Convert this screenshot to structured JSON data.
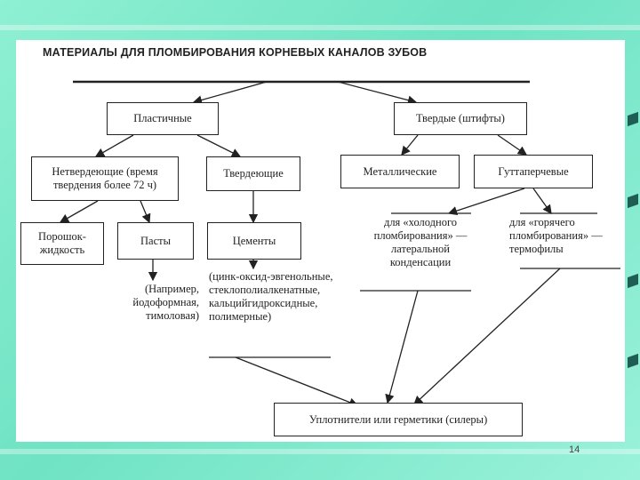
{
  "title": "МАТЕРИАЛЫ ДЛЯ ПЛОМБИРОВАНИЯ КОРНЕВЫХ КАНАЛОВ ЗУБОВ",
  "nodes": {
    "plastic": "Пластичные",
    "solid": "Твердые (штифты)",
    "nonhardening": "Нетвердеющие (время твердения более 72 ч)",
    "hardening": "Твердеющие",
    "metallic": "Металлические",
    "guttapercha": "Гуттаперчевые",
    "powder_liquid": "Порошок-жидкость",
    "pastes": "Пасты",
    "cements": "Цементы",
    "pastes_example": "(Например, йодоформная, тимоловая)",
    "cements_types": "(цинк-оксид-эвгенольные, стеклополиалкенатные, кальцийгидроксидные, полимерные)",
    "cold": "для «холодного пломбирования» — латеральной конденсации",
    "hot": "для «горячего пломбирования» — термофилы",
    "sealers": "Уплотнители или герметики (силеры)"
  },
  "page_number": "14"
}
